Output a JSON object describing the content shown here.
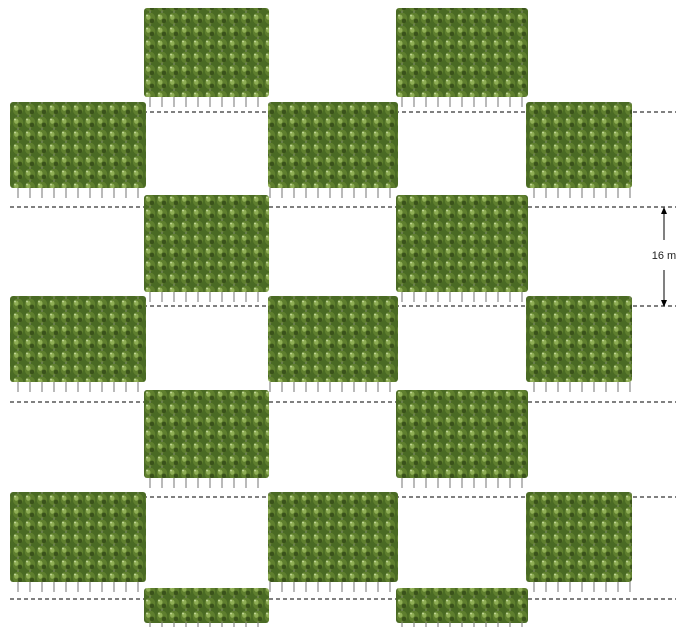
{
  "diagram": {
    "spacing_label": "16 m",
    "layout": "checkerboard-forest-blocks",
    "rows": [
      {
        "id": "row-0",
        "blocks": [
          "col-1",
          "col-3"
        ],
        "partial": true
      },
      {
        "id": "row-1",
        "blocks": [
          "col-0",
          "col-2",
          "col-4"
        ]
      },
      {
        "id": "row-2",
        "blocks": [
          "col-1",
          "col-3"
        ]
      },
      {
        "id": "row-3",
        "blocks": [
          "col-0",
          "col-2",
          "col-4"
        ]
      },
      {
        "id": "row-4",
        "blocks": [
          "col-1",
          "col-3"
        ]
      },
      {
        "id": "row-5",
        "blocks": [
          "col-0",
          "col-2",
          "col-4"
        ]
      },
      {
        "id": "row-6",
        "blocks": [
          "col-1",
          "col-3"
        ],
        "partial": true
      }
    ]
  },
  "colors": {
    "foliage_dark": "#3f5a1f",
    "foliage_mid": "#5f7f2e",
    "foliage_light": "#9fbc6a",
    "trunk": "#9a9a9a",
    "guide_line": "#000000"
  }
}
